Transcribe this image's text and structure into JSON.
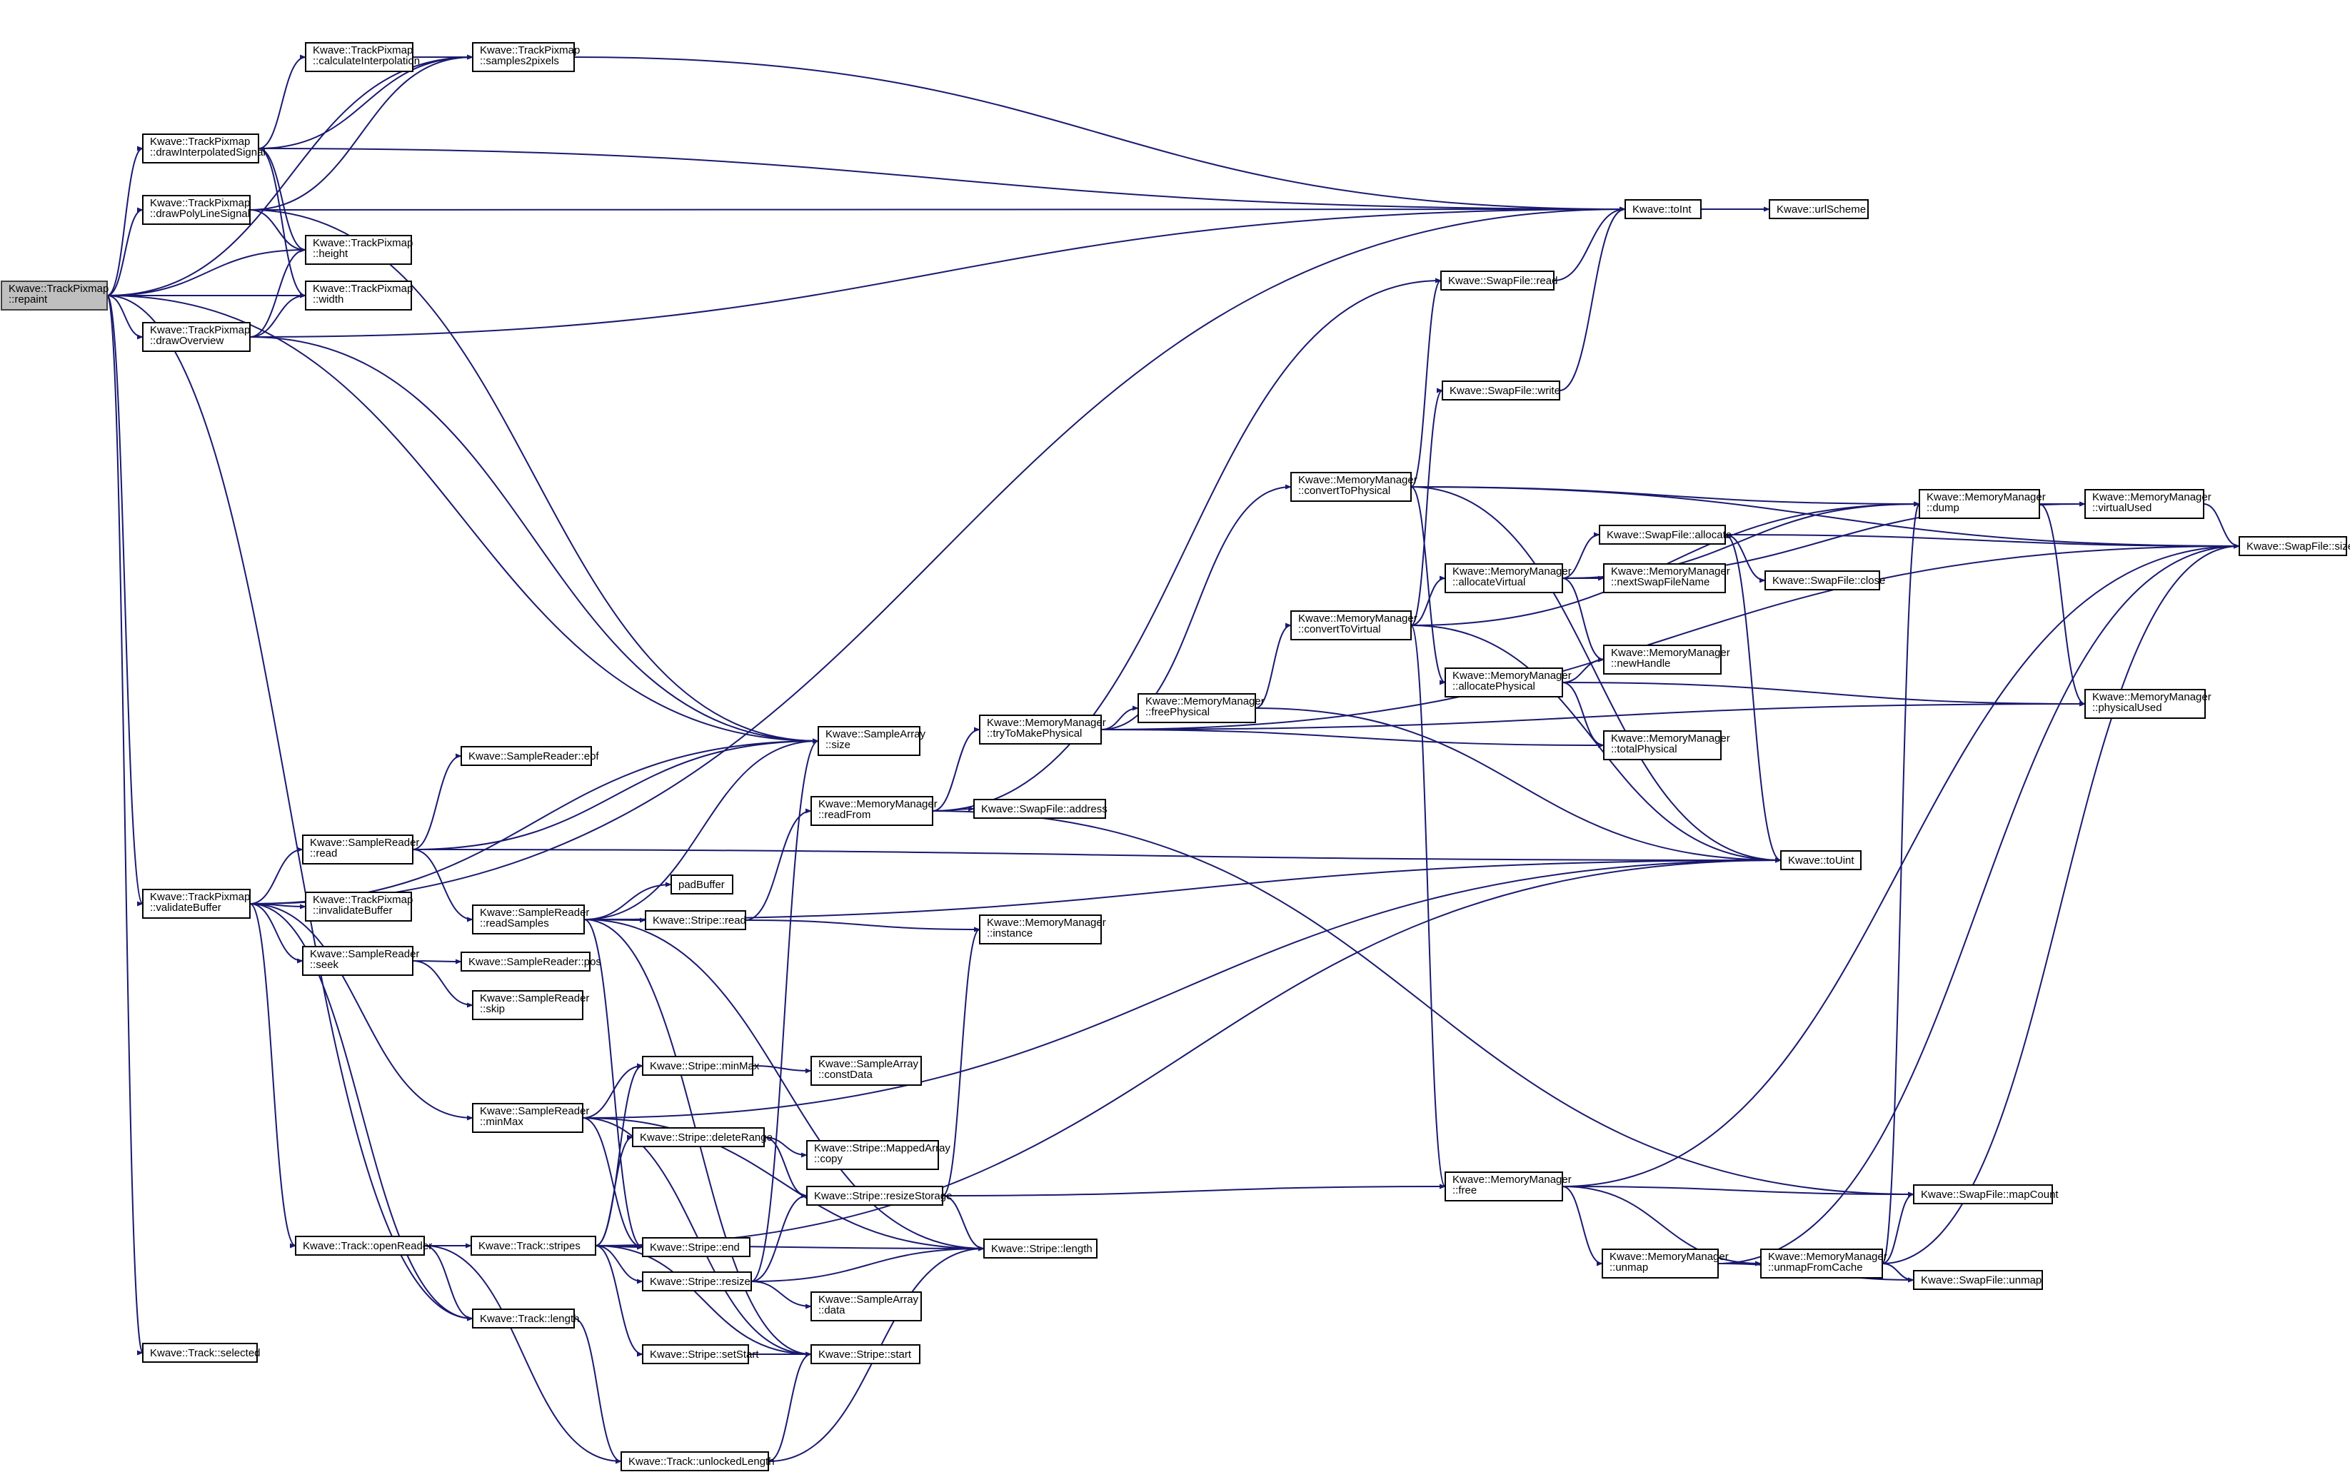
{
  "nodes": {
    "repaint": [
      "Kwave::TrackPixmap",
      "::repaint"
    ],
    "samples2pixels": [
      "Kwave::TrackPixmap",
      "::samples2pixels"
    ],
    "calcInterp": [
      "Kwave::TrackPixmap",
      "::calculateInterpolation"
    ],
    "drawInterp": [
      "Kwave::TrackPixmap",
      "::drawInterpolatedSignal"
    ],
    "drawPoly": [
      "Kwave::TrackPixmap",
      "::drawPolyLineSignal"
    ],
    "height": [
      "Kwave::TrackPixmap",
      "::height"
    ],
    "width": [
      "Kwave::TrackPixmap",
      "::width"
    ],
    "drawOverview": [
      "Kwave::TrackPixmap",
      "::drawOverview"
    ],
    "validateBuffer": [
      "Kwave::TrackPixmap",
      "::validateBuffer"
    ],
    "invalidateBuffer": [
      "Kwave::TrackPixmap",
      "::invalidateBuffer"
    ],
    "trackSelected": [
      "Kwave::Track::selected"
    ],
    "toInt": [
      "Kwave::toInt"
    ],
    "urlScheme": [
      "Kwave::urlScheme"
    ],
    "swapRead": [
      "Kwave::SwapFile::read"
    ],
    "swapWrite": [
      "Kwave::SwapFile::write"
    ],
    "convertToPhysical": [
      "Kwave::MemoryManager",
      "::convertToPhysical"
    ],
    "mmDump": [
      "Kwave::MemoryManager",
      "::dump"
    ],
    "virtualUsed": [
      "Kwave::MemoryManager",
      "::virtualUsed"
    ],
    "swapSize": [
      "Kwave::SwapFile::size"
    ],
    "swapAllocate": [
      "Kwave::SwapFile::allocate"
    ],
    "allocateVirtual": [
      "Kwave::MemoryManager",
      "::allocateVirtual"
    ],
    "nextSwapFileName": [
      "Kwave::MemoryManager",
      "::nextSwapFileName"
    ],
    "swapClose": [
      "Kwave::SwapFile::close"
    ],
    "convertToVirtual": [
      "Kwave::MemoryManager",
      "::convertToVirtual"
    ],
    "newHandle": [
      "Kwave::MemoryManager",
      "::newHandle"
    ],
    "allocatePhysical": [
      "Kwave::MemoryManager",
      "::allocatePhysical"
    ],
    "physicalUsed": [
      "Kwave::MemoryManager",
      "::physicalUsed"
    ],
    "freePhysical": [
      "Kwave::MemoryManager",
      "::freePhysical"
    ],
    "tryToMakePhysical": [
      "Kwave::MemoryManager",
      "::tryToMakePhysical"
    ],
    "totalPhysical": [
      "Kwave::MemoryManager",
      "::totalPhysical"
    ],
    "saSize": [
      "Kwave::SampleArray",
      "::size"
    ],
    "srEof": [
      "Kwave::SampleReader::eof"
    ],
    "readFrom": [
      "Kwave::MemoryManager",
      "::readFrom"
    ],
    "swapAddress": [
      "Kwave::SwapFile::address"
    ],
    "srRead": [
      "Kwave::SampleReader",
      "::read"
    ],
    "toUint": [
      "Kwave::toUint"
    ],
    "padBuffer": [
      "padBuffer"
    ],
    "readSamples": [
      "Kwave::SampleReader",
      "::readSamples"
    ],
    "stripeRead": [
      "Kwave::Stripe::read"
    ],
    "mmInstance": [
      "Kwave::MemoryManager",
      "::instance"
    ],
    "srSeek": [
      "Kwave::SampleReader",
      "::seek"
    ],
    "srPos": [
      "Kwave::SampleReader::pos"
    ],
    "srSkip": [
      "Kwave::SampleReader",
      "::skip"
    ],
    "stripeMinMax": [
      "Kwave::Stripe::minMax"
    ],
    "constData": [
      "Kwave::SampleArray",
      "::constData"
    ],
    "srMinMax": [
      "Kwave::SampleReader",
      "::minMax"
    ],
    "deleteRange": [
      "Kwave::Stripe::deleteRange"
    ],
    "mappedCopy": [
      "Kwave::Stripe::MappedArray",
      "::copy"
    ],
    "resizeStorage": [
      "Kwave::Stripe::resizeStorage"
    ],
    "mmFree": [
      "Kwave::MemoryManager",
      "::free"
    ],
    "mapCount": [
      "Kwave::SwapFile::mapCount"
    ],
    "openReader": [
      "Kwave::Track::openReader"
    ],
    "trackStripes": [
      "Kwave::Track::stripes"
    ],
    "stripeEnd": [
      "Kwave::Stripe::end"
    ],
    "stripeLength": [
      "Kwave::Stripe::length"
    ],
    "stripeResize": [
      "Kwave::Stripe::resize"
    ],
    "saData": [
      "Kwave::SampleArray",
      "::data"
    ],
    "mmUnmap": [
      "Kwave::MemoryManager",
      "::unmap"
    ],
    "unmapFromCache": [
      "Kwave::MemoryManager",
      "::unmapFromCache"
    ],
    "swapUnmap": [
      "Kwave::SwapFile::unmap"
    ],
    "trackLength": [
      "Kwave::Track::length"
    ],
    "setStart": [
      "Kwave::Stripe::setStart"
    ],
    "stripeStart": [
      "Kwave::Stripe::start"
    ],
    "unlockedLength": [
      "Kwave::Track::unlockedLength"
    ]
  },
  "edges": [
    [
      "repaint",
      "samples2pixels"
    ],
    [
      "repaint",
      "drawInterp"
    ],
    [
      "repaint",
      "drawPoly"
    ],
    [
      "repaint",
      "height"
    ],
    [
      "repaint",
      "width"
    ],
    [
      "repaint",
      "drawOverview"
    ],
    [
      "repaint",
      "validateBuffer"
    ],
    [
      "repaint",
      "trackSelected"
    ],
    [
      "repaint",
      "trackLength"
    ],
    [
      "repaint",
      "saSize"
    ],
    [
      "calcInterp",
      "samples2pixels"
    ],
    [
      "drawInterp",
      "samples2pixels"
    ],
    [
      "drawInterp",
      "calcInterp"
    ],
    [
      "drawInterp",
      "height"
    ],
    [
      "drawInterp",
      "width"
    ],
    [
      "drawInterp",
      "toInt"
    ],
    [
      "drawPoly",
      "samples2pixels"
    ],
    [
      "drawPoly",
      "toInt"
    ],
    [
      "drawPoly",
      "height"
    ],
    [
      "drawPoly",
      "saSize"
    ],
    [
      "drawOverview",
      "height"
    ],
    [
      "drawOverview",
      "width"
    ],
    [
      "drawOverview",
      "toInt"
    ],
    [
      "drawOverview",
      "saSize"
    ],
    [
      "samples2pixels",
      "toInt"
    ],
    [
      "toInt",
      "urlScheme"
    ],
    [
      "validateBuffer",
      "saSize"
    ],
    [
      "validateBuffer",
      "srRead"
    ],
    [
      "validateBuffer",
      "invalidateBuffer"
    ],
    [
      "validateBuffer",
      "srSeek"
    ],
    [
      "validateBuffer",
      "srMinMax"
    ],
    [
      "validateBuffer",
      "openReader"
    ],
    [
      "validateBuffer",
      "trackLength"
    ],
    [
      "validateBuffer",
      "toInt"
    ],
    [
      "srRead",
      "srEof"
    ],
    [
      "srRead",
      "saSize"
    ],
    [
      "srRead",
      "readSamples"
    ],
    [
      "srRead",
      "toUint"
    ],
    [
      "readSamples",
      "saSize"
    ],
    [
      "readSamples",
      "padBuffer"
    ],
    [
      "readSamples",
      "stripeRead"
    ],
    [
      "readSamples",
      "toUint"
    ],
    [
      "readSamples",
      "stripeEnd"
    ],
    [
      "readSamples",
      "stripeLength"
    ],
    [
      "readSamples",
      "stripeStart"
    ],
    [
      "stripeRead",
      "readFrom"
    ],
    [
      "stripeRead",
      "mmInstance"
    ],
    [
      "srSeek",
      "srPos"
    ],
    [
      "srSeek",
      "srSkip"
    ],
    [
      "srMinMax",
      "stripeMinMax"
    ],
    [
      "srMinMax",
      "toUint"
    ],
    [
      "srMinMax",
      "stripeEnd"
    ],
    [
      "srMinMax",
      "stripeLength"
    ],
    [
      "srMinMax",
      "stripeStart"
    ],
    [
      "stripeMinMax",
      "constData"
    ],
    [
      "readFrom",
      "swapRead"
    ],
    [
      "readFrom",
      "tryToMakePhysical"
    ],
    [
      "readFrom",
      "swapAddress"
    ],
    [
      "readFrom",
      "mapCount"
    ],
    [
      "tryToMakePhysical",
      "convertToPhysical"
    ],
    [
      "tryToMakePhysical",
      "freePhysical"
    ],
    [
      "tryToMakePhysical",
      "totalPhysical"
    ],
    [
      "tryToMakePhysical",
      "physicalUsed"
    ],
    [
      "tryToMakePhysical",
      "swapSize"
    ],
    [
      "freePhysical",
      "convertToVirtual"
    ],
    [
      "freePhysical",
      "toUint"
    ],
    [
      "convertToPhysical",
      "swapRead"
    ],
    [
      "convertToPhysical",
      "mmDump"
    ],
    [
      "convertToPhysical",
      "swapSize"
    ],
    [
      "convertToPhysical",
      "allocatePhysical"
    ],
    [
      "convertToPhysical",
      "toUint"
    ],
    [
      "convertToVirtual",
      "swapWrite"
    ],
    [
      "convertToVirtual",
      "allocateVirtual"
    ],
    [
      "convertToVirtual",
      "mmFree"
    ],
    [
      "convertToVirtual",
      "mmDump"
    ],
    [
      "convertToVirtual",
      "toUint"
    ],
    [
      "swapRead",
      "toInt"
    ],
    [
      "swapWrite",
      "toInt"
    ],
    [
      "allocateVirtual",
      "swapAllocate"
    ],
    [
      "allocateVirtual",
      "nextSwapFileName"
    ],
    [
      "allocateVirtual",
      "newHandle"
    ],
    [
      "allocateVirtual",
      "virtualUsed"
    ],
    [
      "allocateVirtual",
      "mmDump"
    ],
    [
      "swapAllocate",
      "swapSize"
    ],
    [
      "swapAllocate",
      "swapClose"
    ],
    [
      "swapAllocate",
      "toUint"
    ],
    [
      "allocatePhysical",
      "newHandle"
    ],
    [
      "allocatePhysical",
      "physicalUsed"
    ],
    [
      "allocatePhysical",
      "totalPhysical"
    ],
    [
      "mmDump",
      "virtualUsed"
    ],
    [
      "mmDump",
      "physicalUsed"
    ],
    [
      "virtualUsed",
      "swapSize"
    ],
    [
      "openReader",
      "trackStripes"
    ],
    [
      "openReader",
      "trackLength"
    ],
    [
      "openReader",
      "unlockedLength"
    ],
    [
      "trackStripes",
      "deleteRange"
    ],
    [
      "trackStripes",
      "stripeMinMax"
    ],
    [
      "trackStripes",
      "stripeEnd"
    ],
    [
      "trackStripes",
      "stripeResize"
    ],
    [
      "trackStripes",
      "setStart"
    ],
    [
      "trackStripes",
      "stripeStart"
    ],
    [
      "trackStripes",
      "stripeLength"
    ],
    [
      "trackStripes",
      "toUint"
    ],
    [
      "deleteRange",
      "mappedCopy"
    ],
    [
      "deleteRange",
      "resizeStorage"
    ],
    [
      "resizeStorage",
      "mmFree"
    ],
    [
      "resizeStorage",
      "stripeLength"
    ],
    [
      "resizeStorage",
      "mmInstance"
    ],
    [
      "stripeResize",
      "resizeStorage"
    ],
    [
      "stripeResize",
      "stripeLength"
    ],
    [
      "stripeResize",
      "saData"
    ],
    [
      "stripeResize",
      "saSize"
    ],
    [
      "setStart",
      "stripeStart"
    ],
    [
      "trackLength",
      "unlockedLength"
    ],
    [
      "unlockedLength",
      "stripeStart"
    ],
    [
      "unlockedLength",
      "stripeLength"
    ],
    [
      "mmFree",
      "mapCount"
    ],
    [
      "mmFree",
      "mmUnmap"
    ],
    [
      "mmFree",
      "unmapFromCache"
    ],
    [
      "mmFree",
      "swapSize"
    ],
    [
      "mmUnmap",
      "unmapFromCache"
    ],
    [
      "mmUnmap",
      "swapUnmap"
    ],
    [
      "mmUnmap",
      "swapSize"
    ],
    [
      "unmapFromCache",
      "mapCount"
    ],
    [
      "unmapFromCache",
      "swapUnmap"
    ],
    [
      "unmapFromCache",
      "mmDump"
    ],
    [
      "unmapFromCache",
      "swapSize"
    ]
  ],
  "colors": {
    "edge": "#191970",
    "node_border": "#000000",
    "root_fill": "#bfbfbf",
    "node_fill": "#ffffff"
  }
}
